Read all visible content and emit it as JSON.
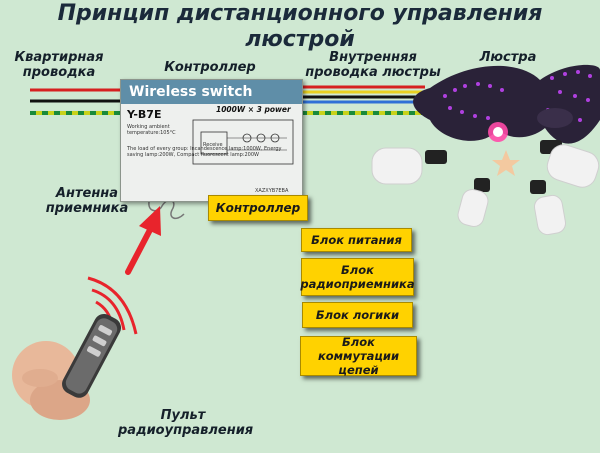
{
  "title": {
    "line1": "Принцип дистанционного управления",
    "line2": "люстрой"
  },
  "labels": {
    "apartment_wiring_1": "Квартирная",
    "apartment_wiring_2": "проводка",
    "controller_top": "Контроллер",
    "chandelier_wiring_1": "Внутренняя",
    "chandelier_wiring_2": "проводка люстры",
    "chandelier": "Люстра",
    "antenna_1": "Антенна",
    "antenna_2": "приемника",
    "remote_1": "Пульт",
    "remote_2": "радиоуправления"
  },
  "controller_device": {
    "brand": "Wireless switch",
    "model": "Y-B7E",
    "power": "1000W × 3 power",
    "working_temp": "Working ambient temperature:105°C",
    "load_text": "The load of every group: Incandescence lamp:1000W, Energy saving lamp:200W, Compact fluorescent lamp:200W",
    "receive_label": "Receive",
    "serial": "XAZXYB7EBA"
  },
  "blocks": {
    "controller": "Контроллер",
    "power_supply": "Блок питания",
    "receiver_1": "Блок",
    "receiver_2": "радиоприемника",
    "logic": "Блок логики",
    "switching_1": "Блок коммутации",
    "switching_2": "цепей"
  },
  "colors": {
    "background": "#cfe8d2",
    "block_fill": "#ffd200",
    "signal_arrow": "#e8242c",
    "wire_phase": "#d62020",
    "wire_neutral": "#111111",
    "wire_ground": "#c9d21a",
    "wire_blue": "#2f6fd6",
    "chandelier_body": "#2a2238",
    "chandelier_led": "#b040e0"
  }
}
